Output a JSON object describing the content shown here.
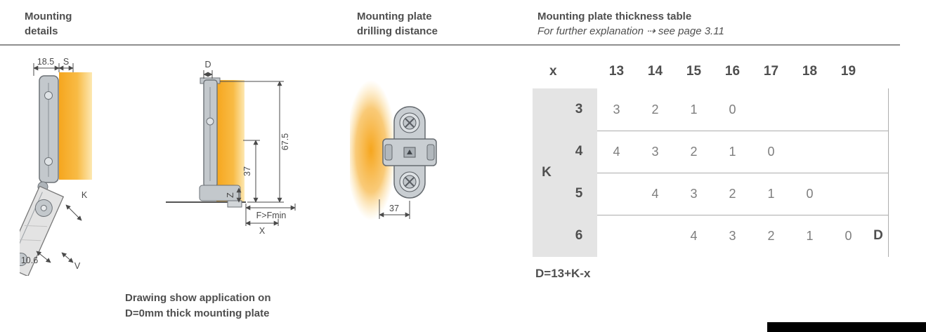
{
  "header": {
    "col1": {
      "line1": "Mounting",
      "line2": "details"
    },
    "col2": {
      "line1": "Mounting plate",
      "line2": "drilling distance"
    },
    "col3": {
      "title": "Mounting plate thickness table",
      "subtitle": "For further explanation ⇢ see page 3.11"
    }
  },
  "mounting_details": {
    "dim_top_left": "18.5",
    "dim_s": "S",
    "dim_k": "K",
    "dim_v": "V",
    "dim_bottom": "10.6"
  },
  "drilling_distance": {
    "dim_d": "D",
    "dim_675": "67.5",
    "dim_37": "37",
    "dim_z": "Z",
    "dim_f": "F>Fmin",
    "dim_x": "X"
  },
  "plate_view": {
    "dim_37": "37"
  },
  "caption": {
    "line1": "Drawing show application on",
    "line2": "D=0mm thick mounting plate"
  },
  "thickness_table": {
    "x_header": "x",
    "columns": [
      "13",
      "14",
      "15",
      "16",
      "17",
      "18",
      "19"
    ],
    "k_label": "K",
    "rows": [
      {
        "label": "3",
        "values": [
          "3",
          "2",
          "1",
          "0",
          "",
          "",
          ""
        ],
        "suffix": ""
      },
      {
        "label": "4",
        "values": [
          "4",
          "3",
          "2",
          "1",
          "0",
          "",
          ""
        ],
        "suffix": ""
      },
      {
        "label": "5",
        "values": [
          "",
          "4",
          "3",
          "2",
          "1",
          "0",
          ""
        ],
        "suffix": ""
      },
      {
        "label": "6",
        "values": [
          "",
          "",
          "4",
          "3",
          "2",
          "1",
          "0"
        ],
        "suffix": "D"
      }
    ],
    "formula": "D=13+K-x"
  },
  "colors": {
    "accent_orange": "#f6a61e",
    "table_band": "#e4e4e4",
    "text_dark": "#4f4f4f",
    "text_gray": "#7e7e7e",
    "line_gray": "#adadad"
  }
}
